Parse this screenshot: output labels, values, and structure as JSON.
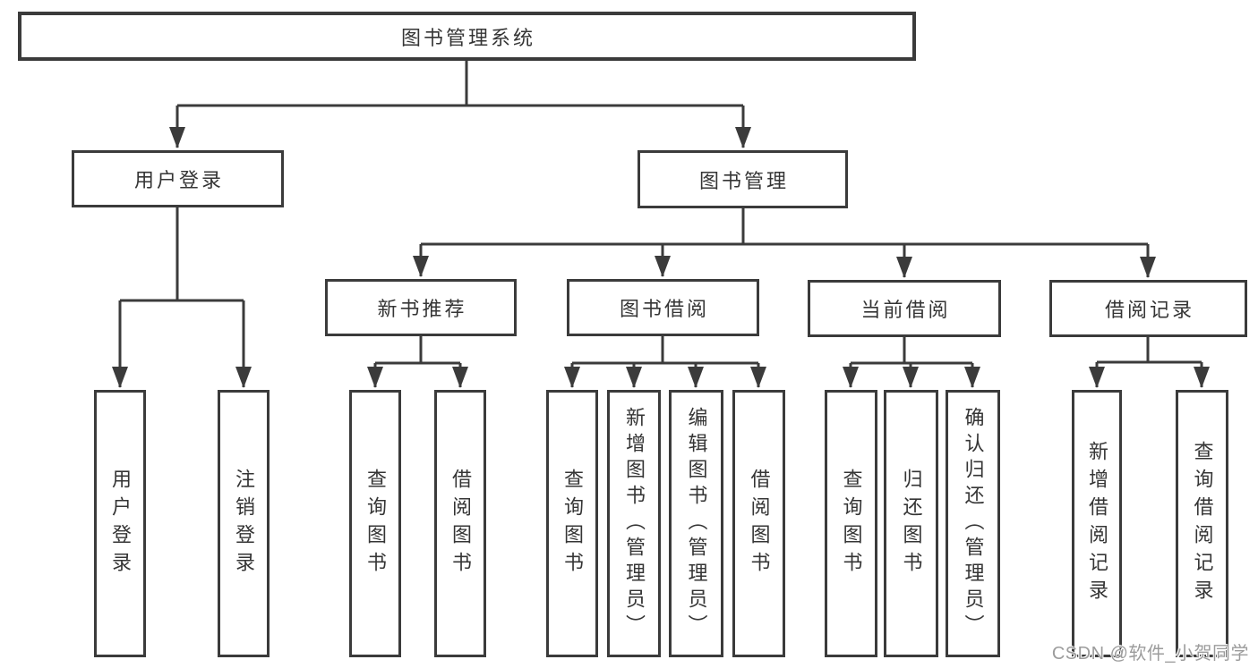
{
  "diagram": {
    "colors": {
      "line": "#3b3b3b",
      "node_border": "#3b3b3b",
      "node_fill": "#ffffff",
      "text": "#353535",
      "watermark": "#9c9c9c",
      "background": "#ffffff"
    },
    "tree": {
      "label": "图书管理系统",
      "children": [
        {
          "label": "用户登录",
          "children": [
            {
              "label": "用户登录"
            },
            {
              "label": "注销登录"
            }
          ]
        },
        {
          "label": "图书管理",
          "children": [
            {
              "label": "新书推荐",
              "children": [
                {
                  "label": "查询图书"
                },
                {
                  "label": "借阅图书"
                }
              ]
            },
            {
              "label": "图书借阅",
              "children": [
                {
                  "label": "查询图书"
                },
                {
                  "label": "新增图书（管理员）"
                },
                {
                  "label": "编辑图书（管理员）"
                },
                {
                  "label": "借阅图书"
                }
              ]
            },
            {
              "label": "当前借阅",
              "children": [
                {
                  "label": "查询图书"
                },
                {
                  "label": "归还图书"
                },
                {
                  "label": "确认归还（管理员）"
                }
              ]
            },
            {
              "label": "借阅记录",
              "children": [
                {
                  "label": "新增借阅记录"
                },
                {
                  "label": "查询借阅记录"
                }
              ]
            }
          ]
        }
      ]
    }
  },
  "watermark": {
    "text": "CSDN @软件_小贺同学"
  }
}
